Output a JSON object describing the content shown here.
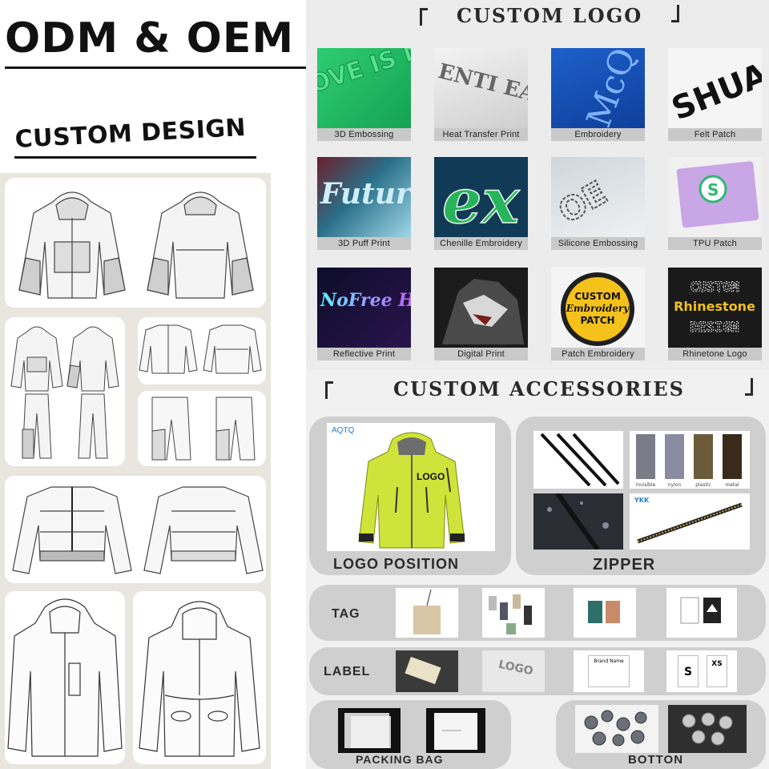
{
  "left": {
    "title": "ODM & OEM",
    "subtitle": "CUSTOM DESIGN"
  },
  "logo_section": {
    "heading": "CUSTOM LOGO",
    "techniques": [
      {
        "label": "3D Embossing",
        "art_text": "OVE IS NO BIT"
      },
      {
        "label": "Heat Transfer Print",
        "art_text": "ENTI EAR OF GO"
      },
      {
        "label": "Embroidery",
        "art_text": "McQ"
      },
      {
        "label": "Felt Patch",
        "art_text": "SHUA"
      },
      {
        "label": "3D Puff Print",
        "art_text": "Futur"
      },
      {
        "label": "Chenille Embroidery",
        "art_text": "ex"
      },
      {
        "label": "Silicone Embossing",
        "art_text": "OE"
      },
      {
        "label": "TPU Patch",
        "art_text": "S"
      },
      {
        "label": "Reflective Print",
        "art_text": "NoFree Handout"
      },
      {
        "label": "Digital Print",
        "art_text": ""
      },
      {
        "label": "Patch Embroidery",
        "art_text": "CUSTOM Embroidery PATCH"
      },
      {
        "label": "Rhinetone Logo",
        "art_text": "CUSTOM Rhinestone DESIGN"
      }
    ]
  },
  "accessories_section": {
    "heading": "CUSTOM ACCESSORIES",
    "logo_position": {
      "label": "LOGO POSITION",
      "brand": "AQTQ",
      "logo_text": "LOGO"
    },
    "zipper": {
      "label": "ZIPPER",
      "zip_types": [
        "invisible",
        "nylon",
        "plastic",
        "metal"
      ],
      "brand": "YKK"
    },
    "tag": {
      "label": "TAG"
    },
    "label_row": {
      "label": "LABEL",
      "logo_text": "LOGO",
      "brand_text": "Brand Name",
      "size_s": "S",
      "size_xs": "XS"
    },
    "packing_bag": {
      "label": "PACKING BAG"
    },
    "button": {
      "label": "BOTTON"
    }
  }
}
